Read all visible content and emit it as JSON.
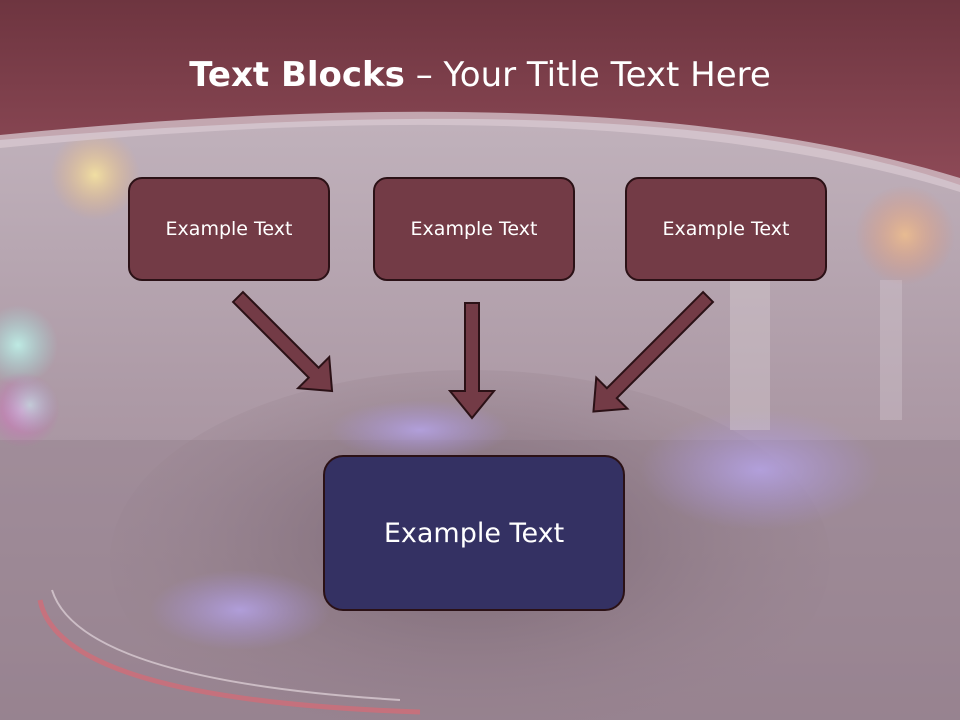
{
  "slide": {
    "title_bold": "Text Blocks",
    "title_dash": " – ",
    "title_rest": "Your Title Text Here"
  },
  "boxes": [
    {
      "label": "Example Text"
    },
    {
      "label": "Example Text"
    },
    {
      "label": "Example Text"
    }
  ],
  "target": {
    "label": "Example Text"
  },
  "colors": {
    "header": "#8a4754",
    "box_fill": "#733b46",
    "target_fill": "#343163",
    "arrow_fill": "#733b46",
    "outline": "#2b1116"
  }
}
